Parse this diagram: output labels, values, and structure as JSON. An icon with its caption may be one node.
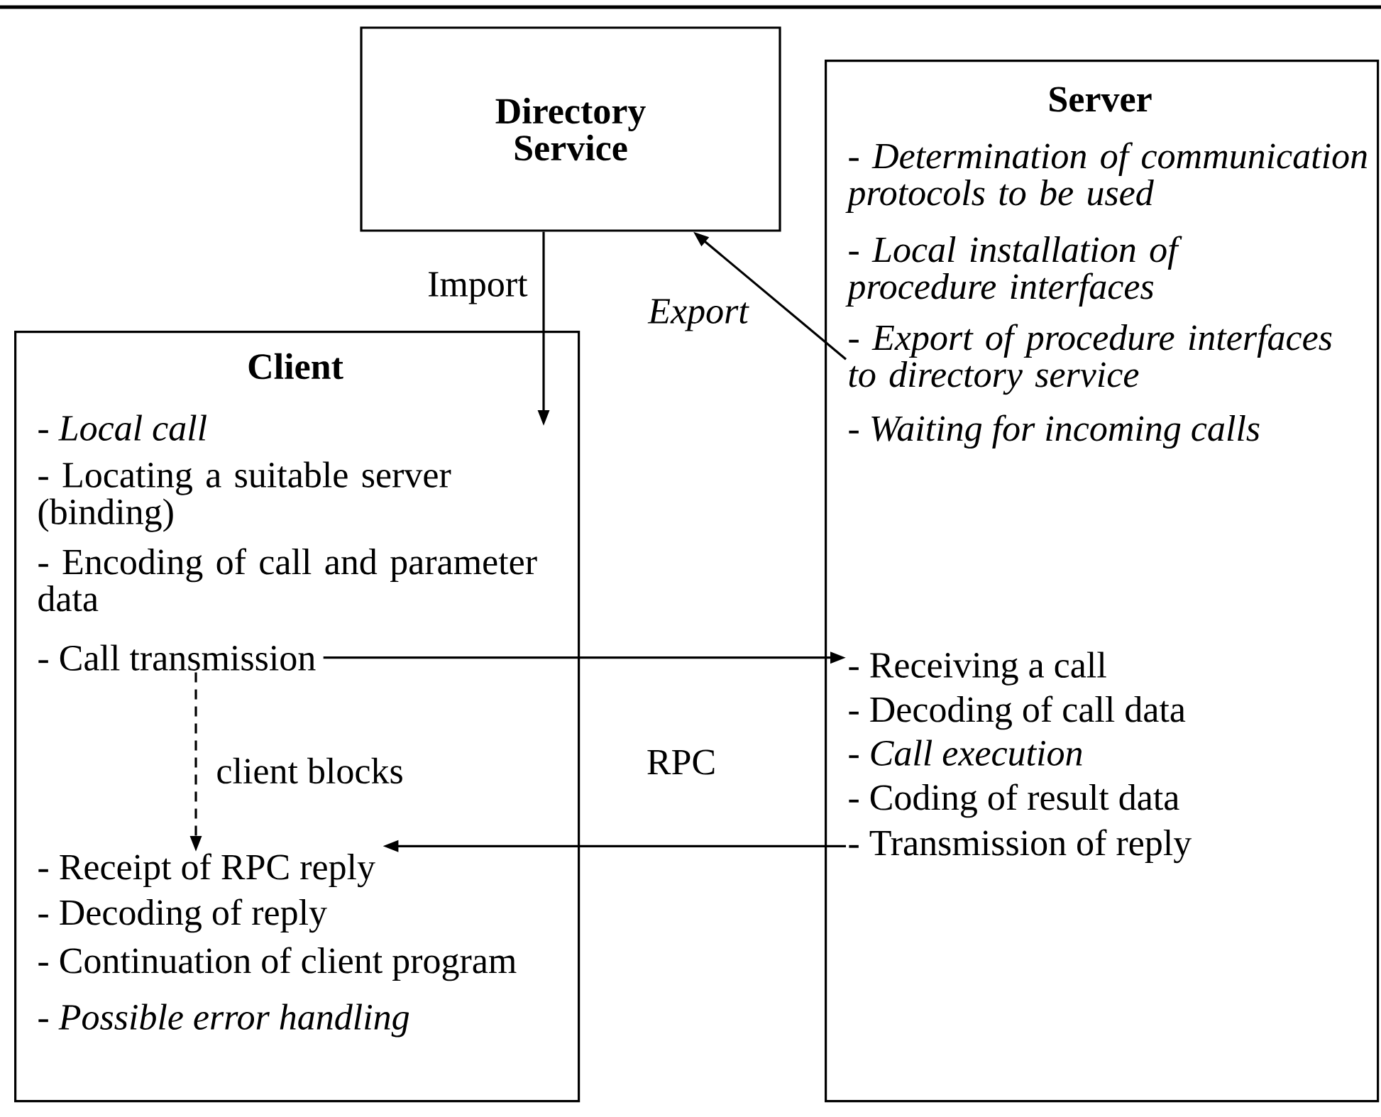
{
  "diagram": {
    "nodes": [
      {
        "text": [
          "Directory Service"
        ]
      },
      {
        "text": [
          "Client"
        ]
      },
      {
        "text": [
          "Server"
        ]
      },
      {
        "text": [
          "- *Local call*"
        ],
        "in": 1
      },
      {
        "text": [
          "- Locating a suitable server (binding)"
        ],
        "in": 1
      },
      {
        "text": [
          "- Encoding of call and parameter data"
        ],
        "in": 1
      },
      {
        "text": [
          "- Call transmission"
        ],
        "in": 1
      },
      {
        "text": [
          "- Receipt of RPC reply"
        ],
        "in": 1
      },
      {
        "text": [
          "- Decoding of reply"
        ],
        "in": 1
      },
      {
        "text": [
          "- Continuation of client program"
        ],
        "in": 1
      },
      {
        "text": [
          "- *Possible error handling*"
        ],
        "in": 1
      },
      {
        "text": [
          "- *Determination of communication protocols to be used*"
        ],
        "in": 2
      },
      {
        "text": [
          "- *Local installation of procedure interfaces*"
        ],
        "in": 2
      },
      {
        "text": [
          "- *Export of procedure interfaces to directory service*"
        ],
        "in": 2
      },
      {
        "text": [
          "- *Waiting for incoming calls*"
        ],
        "in": 2
      },
      {
        "text": [
          "- Receiving a call"
        ],
        "in": 2
      },
      {
        "text": [
          "- Decoding of call data"
        ],
        "in": 2
      },
      {
        "text": [
          "- *Call execution*"
        ],
        "in": 2
      },
      {
        "text": [
          "- Coding of result data"
        ],
        "in": 2
      },
      {
        "text": [
          "- Transmission of reply"
        ],
        "in": 2
      }
    ],
    "edges": [
      {
        "from": 0,
        "to": 1,
        "arrow": "to",
        "label": "Import"
      },
      {
        "from": 13,
        "to": 0,
        "arrow": "to",
        "label": "Export"
      },
      {
        "from": 6,
        "to": 15,
        "arrow": "to"
      },
      {
        "from": 19,
        "to": 7,
        "arrow": "to"
      },
      {
        "from": 6,
        "to": 7,
        "arrow": "to",
        "label": "client blocks",
        "style": "dashed"
      }
    ],
    "labels": [
      "RPC"
    ]
  }
}
